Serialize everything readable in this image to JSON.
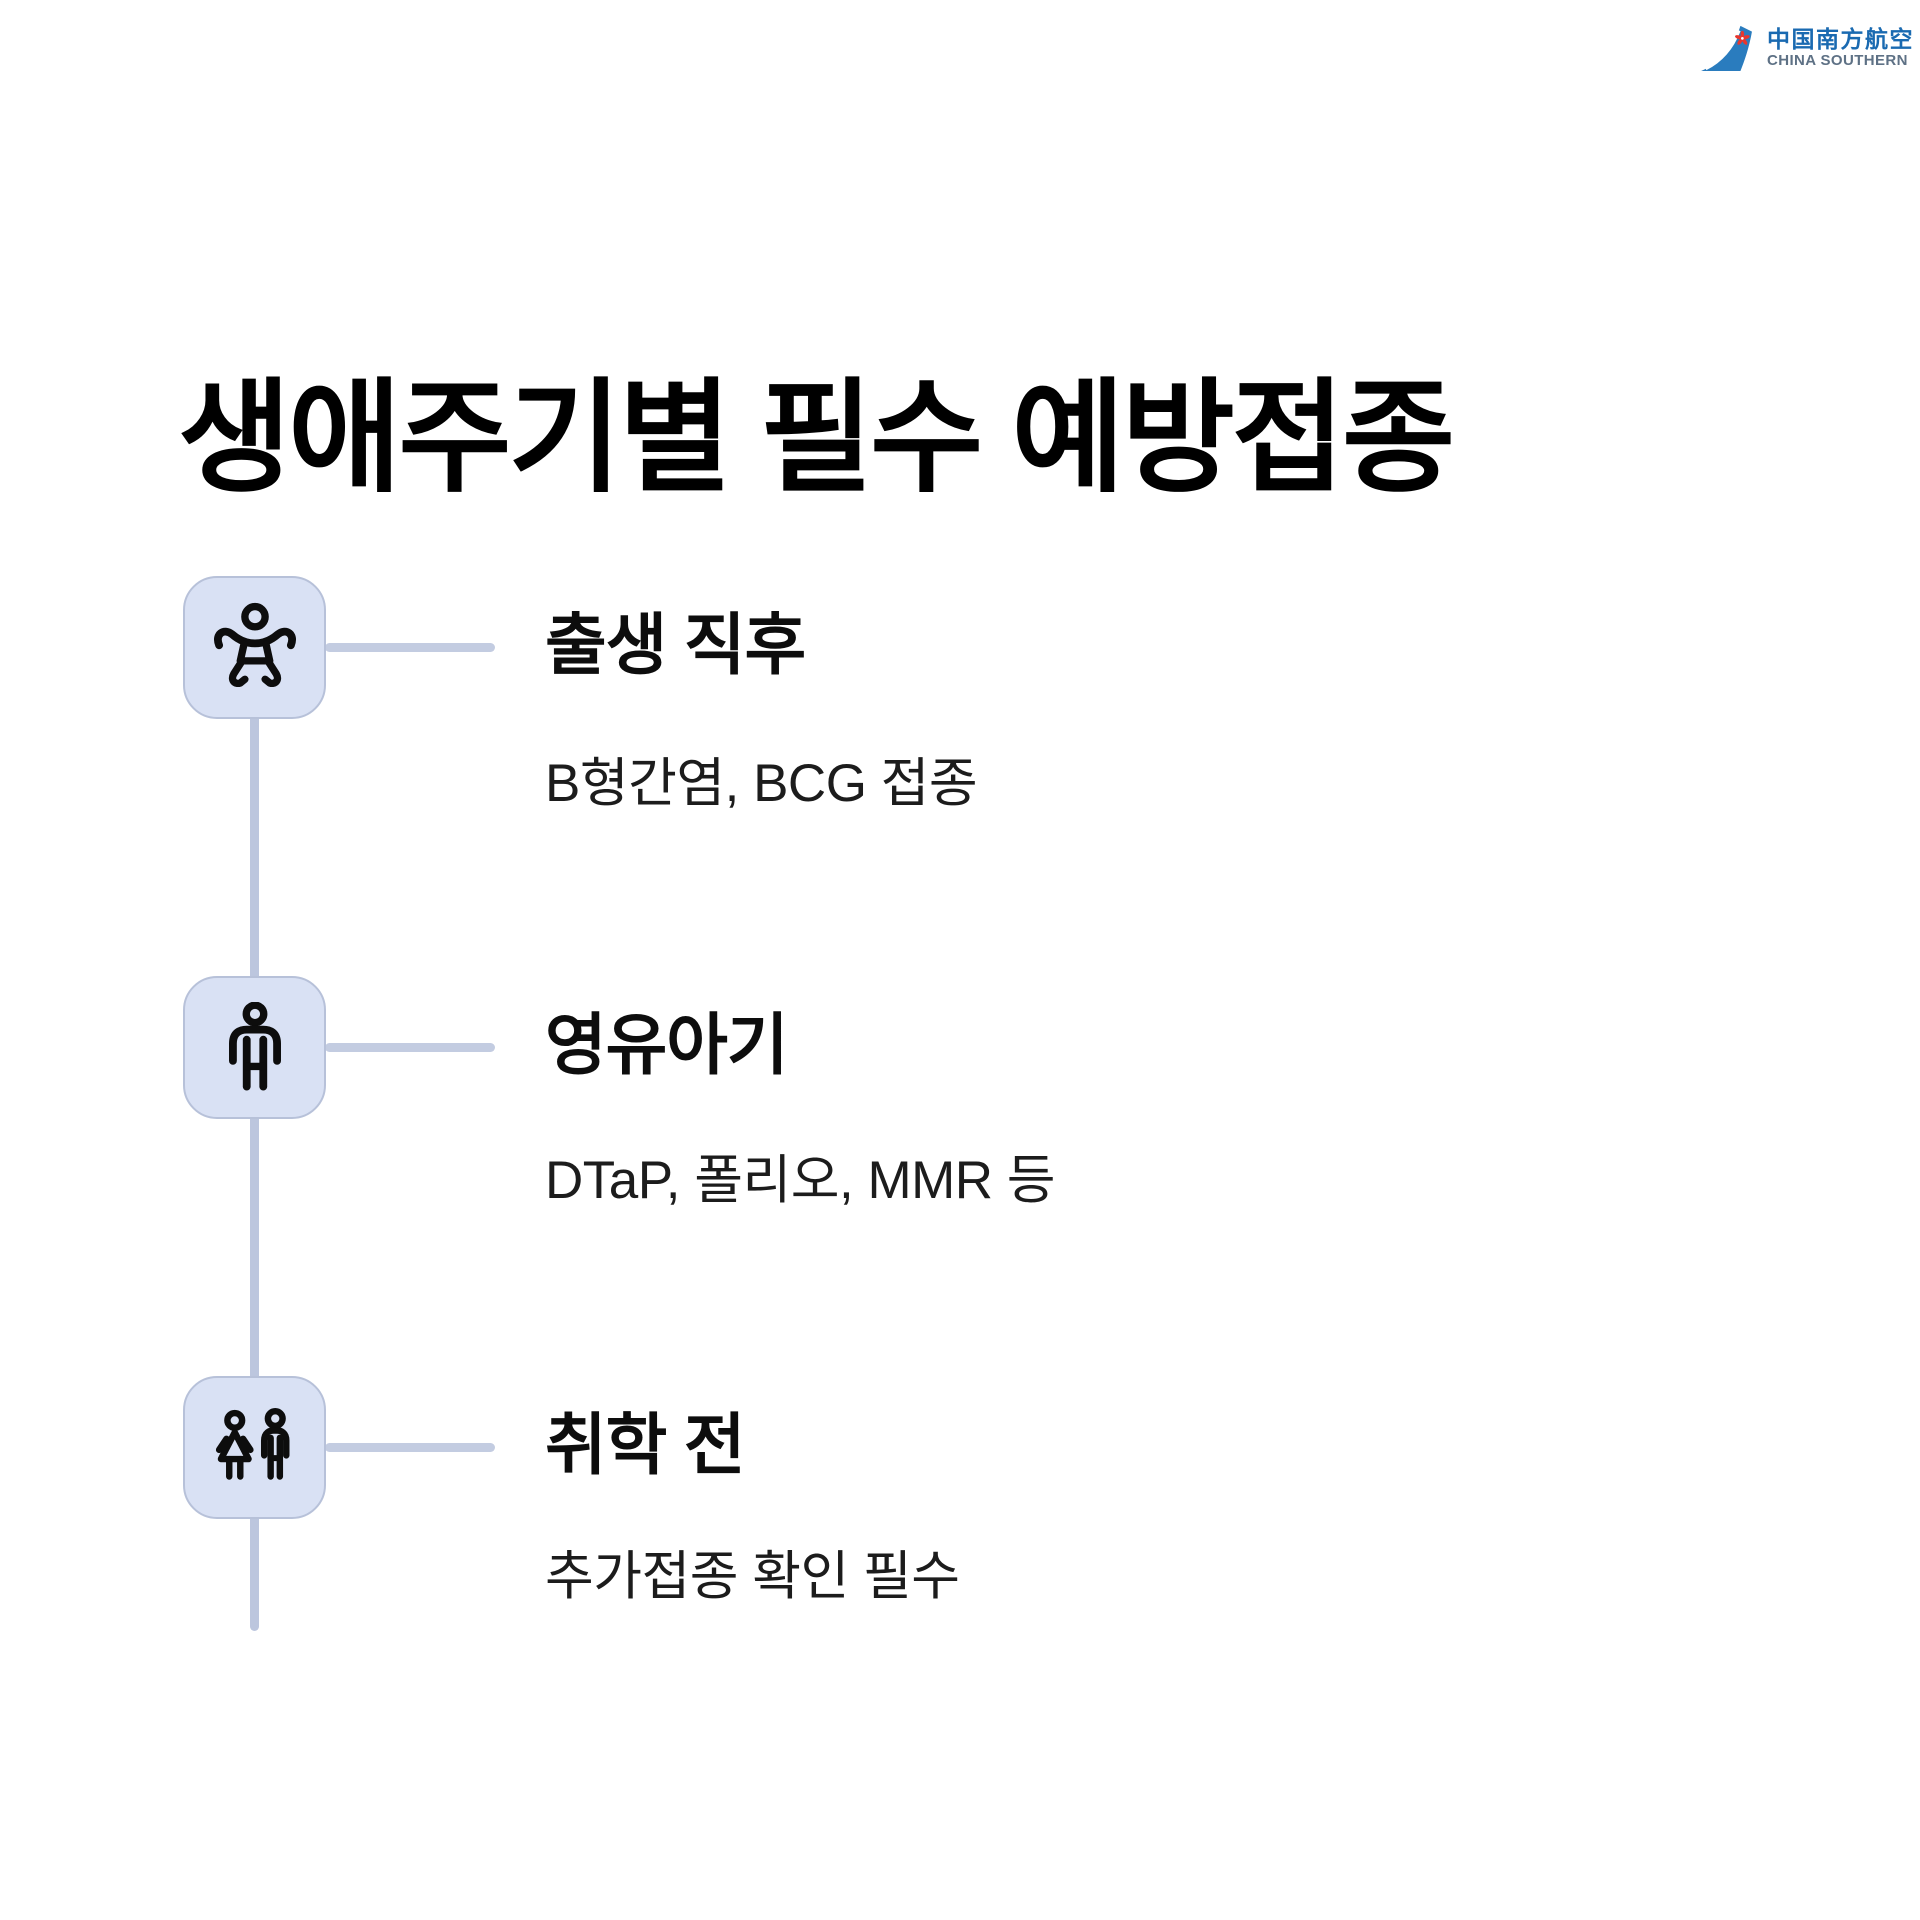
{
  "brand": {
    "logo_cn": "中国南方航空",
    "logo_en": "CHINA SOUTHERN"
  },
  "page": {
    "title": "생애주기별 필수 예방접종"
  },
  "timeline": {
    "items": [
      {
        "icon": "baby-icon",
        "heading": "출생 직후",
        "description": "B형간염, BCG 접종"
      },
      {
        "icon": "toddler-icon",
        "heading": "영유아기",
        "description": "DTaP, 폴리오, MMR 등"
      },
      {
        "icon": "children-icon",
        "heading": "취학 전",
        "description": "추가접종 확인 필수"
      }
    ]
  },
  "colors": {
    "box_fill": "#d9e1f4",
    "box_border": "#b7c1d9",
    "connector": "#c3cce1",
    "text_black": "#0d0d0d",
    "logo_blue": "#2a7cbe",
    "logo_text_blue": "#1a6ab1",
    "logo_text_gray": "#5e7185",
    "flower_red": "#e8362d"
  }
}
